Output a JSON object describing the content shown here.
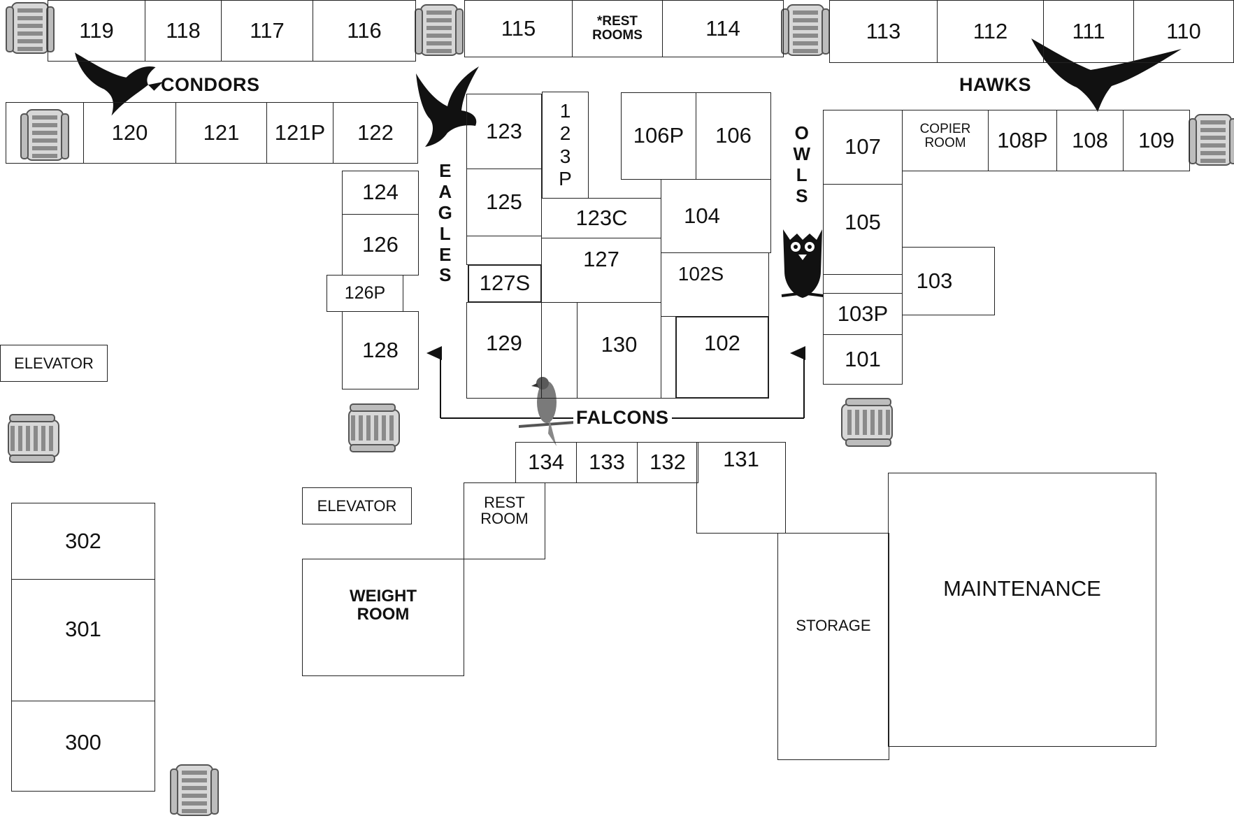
{
  "rooms": {
    "r119": "119",
    "r118": "118",
    "r117": "117",
    "r116": "116",
    "r115": "115",
    "restrooms_top": "*REST\nROOMS",
    "r114": "114",
    "r113": "113",
    "r112": "112",
    "r111": "111",
    "r110": "110",
    "r120": "120",
    "r121": "121",
    "r121p": "121P",
    "r122": "122",
    "r124": "124",
    "r126": "126",
    "r126p": "126P",
    "r128": "128",
    "r123": "123",
    "r123p": "1\n2\n3\nP",
    "r125": "125",
    "r123c": "123C",
    "r127": "127",
    "r127s": "127S",
    "r129": "129",
    "r130": "130",
    "r106p": "106P",
    "r106": "106",
    "r104": "104",
    "r102s": "102S",
    "r102": "102",
    "r107": "107",
    "copier": "COPIER\nROOM",
    "r108p": "108P",
    "r108": "108",
    "r109": "109",
    "r105": "105",
    "r103": "103",
    "r103p": "103P",
    "r101": "101",
    "r134": "134",
    "r133": "133",
    "r132": "132",
    "r131": "131",
    "restroom_low": "REST\nROOM",
    "weight": "WEIGHT\nROOM",
    "storage": "STORAGE",
    "maintenance": "MAINTENANCE",
    "elevator_left": "ELEVATOR",
    "elevator_mid": "ELEVATOR",
    "r302": "302",
    "r301": "301",
    "r300": "300"
  },
  "zones": {
    "condors": "CONDORS",
    "hawks": "HAWKS",
    "eagles": "E\nA\nG\nL\nE\nS",
    "owls": "O\nW\nL\nS",
    "falcons": "FALCONS"
  },
  "icons": {
    "stairs": "stairs-icon",
    "eagle": "eagle-icon",
    "hawk": "hawk-icon",
    "owl": "owl-icon",
    "falcon": "falcon-icon"
  },
  "colors": {
    "wall": "#222222",
    "mascot": "#111111",
    "stairs": "#9a9a9a"
  }
}
